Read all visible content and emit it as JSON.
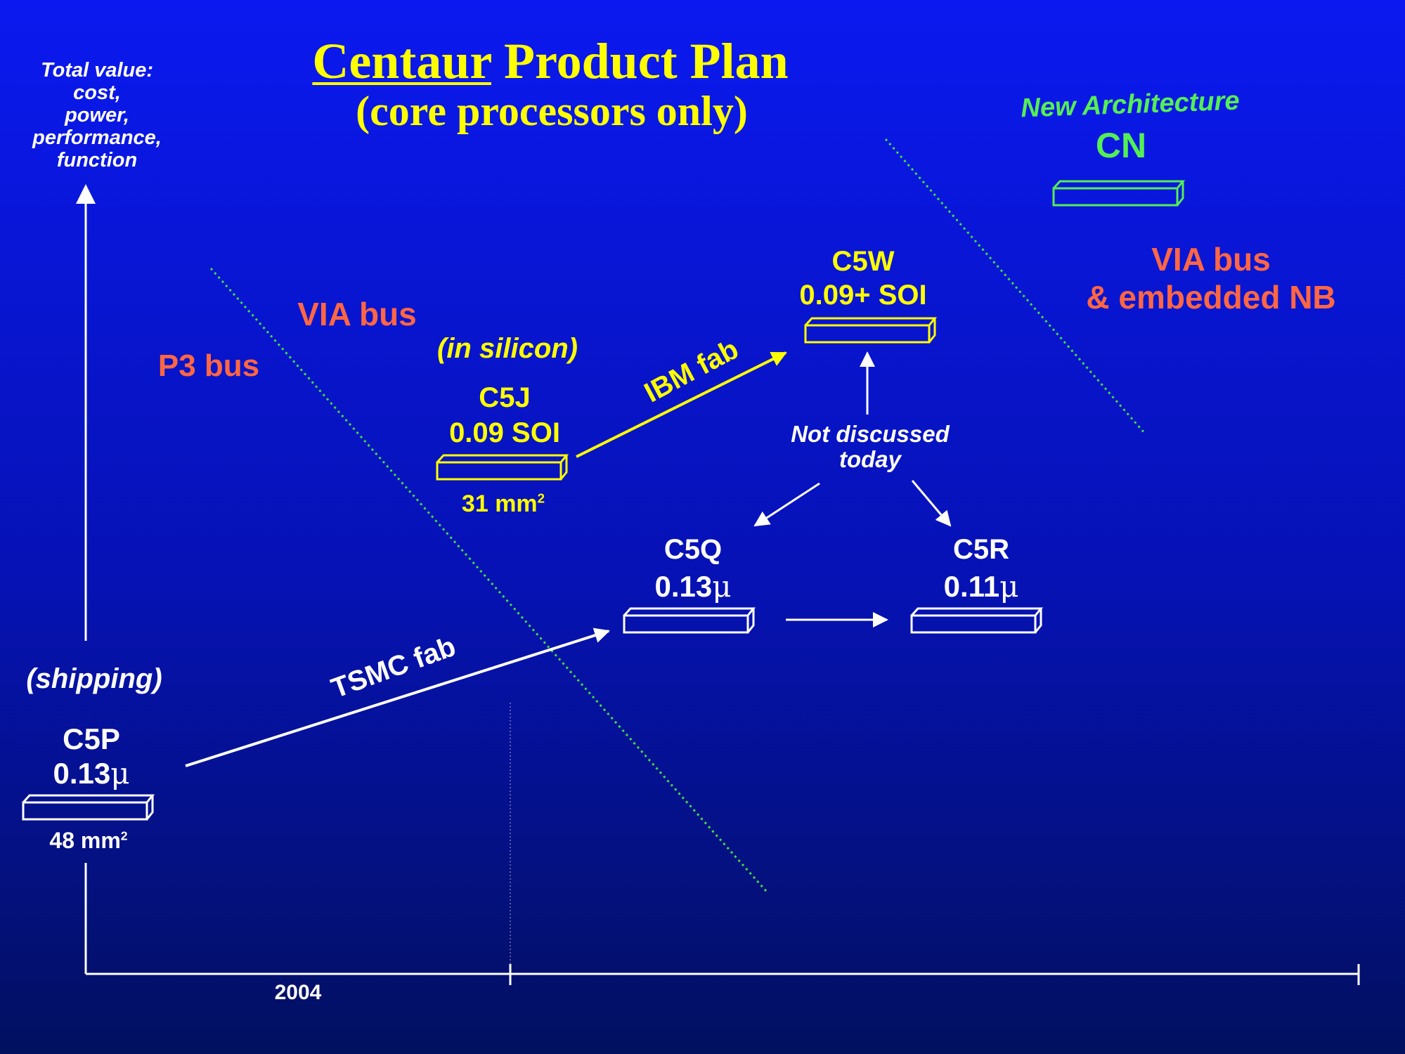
{
  "title": {
    "underlined": "Centaur",
    "rest": " Product Plan",
    "subtitle": "(core processors only)"
  },
  "y_axis": {
    "label_lines": [
      "Total value:",
      "cost,",
      "power,",
      "performance,",
      "function"
    ]
  },
  "timeline": {
    "year_label": "2004"
  },
  "regions": {
    "p3_bus": "P3 bus",
    "via_bus": "VIA bus",
    "via_bus_nb_line1": "VIA bus",
    "via_bus_nb_line2": "& embedded NB",
    "new_architecture": "New Architecture",
    "cn": "CN"
  },
  "chips": {
    "c5p": {
      "status": "(shipping)",
      "name": "C5P",
      "process_num": "0.13",
      "process_unit": "μ",
      "area": "48 mm",
      "area_exp": "2"
    },
    "c5j": {
      "status": "(in silicon)",
      "name": "C5J",
      "process": "0.09 SOI",
      "area": "31 mm",
      "area_exp": "2"
    },
    "c5w": {
      "name": "C5W",
      "process": "0.09+ SOI"
    },
    "c5q": {
      "name": "C5Q",
      "process_num": "0.13",
      "process_unit": "μ"
    },
    "c5r": {
      "name": "C5R",
      "process_num": "0.11",
      "process_unit": "μ"
    }
  },
  "arrows": {
    "tsmc_fab": "TSMC fab",
    "ibm_fab": "IBM fab",
    "not_discussed_line1": "Not discussed",
    "not_discussed_line2": "today"
  },
  "colors": {
    "background_top": "#0b19f0",
    "background_bottom": "#021060",
    "title": "#ffff00",
    "bus_label": "#ff6644",
    "new_arch": "#55ee55",
    "divider": "#44dd44",
    "chip_white": "#ffffff",
    "chip_yellow": "#ffff00"
  }
}
